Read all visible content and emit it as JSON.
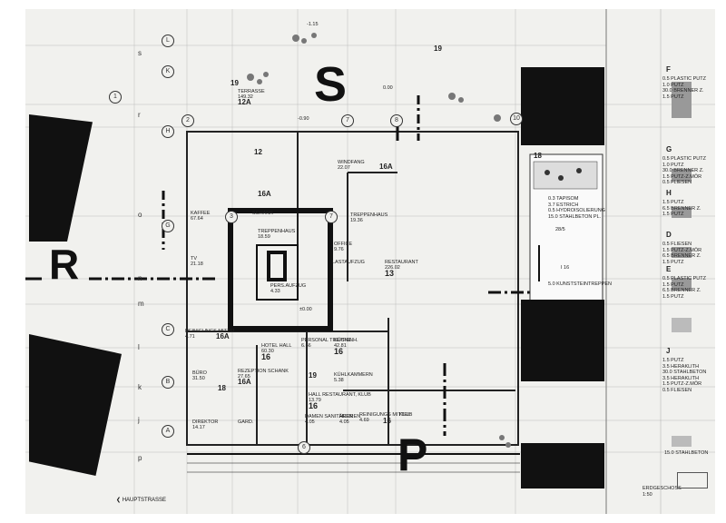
{
  "plan": {
    "floor_name": "ERDGESCHOSS",
    "scale": "1:50",
    "sheet_number": "6",
    "street_label": "HAUPTSTRASSE",
    "marker_letters": [
      "S",
      "R",
      "P"
    ],
    "row_axes": [
      "s",
      "r",
      "o",
      "n",
      "m",
      "l",
      "k",
      "j",
      "p"
    ],
    "grid_letters": [
      "L",
      "K",
      "H",
      "G",
      "C",
      "B",
      "A"
    ],
    "grid_numbers": [
      "1",
      "2",
      "3",
      "6",
      "7",
      "8",
      "10"
    ]
  },
  "rooms": [
    {
      "id": "terrasse",
      "name": "TERRASSE",
      "area": "149.32",
      "code": "12A"
    },
    {
      "id": "kaffee",
      "name": "KAFFEE",
      "area": "67.64",
      "code": ""
    },
    {
      "id": "schank",
      "name": "SCHANK",
      "area": "",
      "code": "16A"
    },
    {
      "id": "windfang",
      "name": "WINDFANG",
      "area": "22.07",
      "code": "16A"
    },
    {
      "id": "treppenhaus-east",
      "name": "TREPPENHAUS",
      "area": "19.36",
      "code": ""
    },
    {
      "id": "treppenhaus-core",
      "name": "TREPPENHAUS",
      "area": "18.59",
      "code": ""
    },
    {
      "id": "persaufzug",
      "name": "PERS.AUFZUG",
      "area": "4.33",
      "code": ""
    },
    {
      "id": "office",
      "name": "OFFICE",
      "area": "9.76",
      "code": ""
    },
    {
      "id": "lastaufzug",
      "name": "LASTAUFZUG",
      "area": "",
      "code": ""
    },
    {
      "id": "restaurant",
      "name": "RESTAURANT",
      "area": "226.02",
      "code": "13"
    },
    {
      "id": "tv",
      "name": "TV",
      "area": "21.18",
      "code": ""
    },
    {
      "id": "reinigungs-1",
      "name": "REINIGUNGS MITTEL",
      "area": "4.71",
      "code": "16A"
    },
    {
      "id": "hotel-hall",
      "name": "HOTEL HALL",
      "area": "60.30",
      "code": "16"
    },
    {
      "id": "personal-treppenh",
      "name": "PERSONAL TREPPENH.",
      "area": "6.66",
      "code": ""
    },
    {
      "id": "kuche",
      "name": "KÜCHE",
      "area": "42.81",
      "code": "16"
    },
    {
      "id": "buro",
      "name": "BÜRO",
      "area": "31.50",
      "code": "18"
    },
    {
      "id": "rezeption",
      "name": "REZEPTION SCHANK",
      "area": "27.65",
      "code": "16A"
    },
    {
      "id": "kuhlkammern",
      "name": "KÜHLKAMMERN",
      "area": "5.38",
      "code": "19"
    },
    {
      "id": "hall-restaurant",
      "name": "HALL RESTAURANT, KLUB",
      "area": "13.79",
      "code": "16"
    },
    {
      "id": "damen",
      "name": "DAMEN SANITÄREN",
      "area": "4.05",
      "code": ""
    },
    {
      "id": "herren",
      "name": "HERREN",
      "area": "4.05",
      "code": ""
    },
    {
      "id": "reinigungs-2",
      "name": "REINIGUNGS MITTEL",
      "area": "4.69",
      "code": "16"
    },
    {
      "id": "klub",
      "name": "KLUB",
      "area": "",
      "code": ""
    },
    {
      "id": "direktor",
      "name": "DIREKTOR",
      "area": "14.17",
      "code": ""
    },
    {
      "id": "gard",
      "name": "GARD.",
      "area": "",
      "code": ""
    }
  ],
  "codes_misc": [
    "19",
    "12",
    "18",
    "I 16",
    "28/5"
  ],
  "levels": [
    "±0.00",
    "-1.15",
    "-0.90",
    "0.00"
  ],
  "layer_legend": [
    {
      "label": "F",
      "layers": [
        "0.5 PLASTIC PUTZ",
        "1.0 PUTZ",
        "30.0 BRENNER Z.",
        "1.5 PUTZ"
      ]
    },
    {
      "label": "G",
      "layers": [
        "0.5 PLASTIC PUTZ",
        "1.0 PUTZ",
        "30.0 BRENNER Z.",
        "1.5 PUTZ-Z.MÖR",
        "0.5 FLIESEN"
      ]
    },
    {
      "label": "H",
      "layers": [
        "1.5 PUTZ",
        "6.5 BRENNER Z.",
        "1.5 PUTZ"
      ]
    },
    {
      "label": "D",
      "layers": [
        "0.5 FLIESEN",
        "1.5 PUTZ-Z.MÖR",
        "6.5 BRENNER Z.",
        "1.5 PUTZ"
      ]
    },
    {
      "label": "E",
      "layers": [
        "0.5 PLASTIC PUTZ",
        "1.5 PUTZ",
        "6.5 BRENNER Z.",
        "1.5 PUTZ"
      ]
    },
    {
      "label": "J",
      "layers": [
        "1.5 PUTZ",
        "3.5 HERAKLITH",
        "30.0 STAHLBETON",
        "3.5 HERAKLITH",
        "1.5 PUTZ-Z.MÖR",
        "0.5 FLIESEN"
      ]
    }
  ],
  "bottom_legend": "15.0 STAHLBETON",
  "floor_section": [
    "0.3 TAPISOM",
    "3.7 ESTRICH",
    "0.5 HYDROISOLIERUNG",
    "15.0 STAHLBETON PL."
  ],
  "stair_note": "5.0 KUNSTSTEINTREPPEN",
  "colors": {
    "paper": "#f1f1ee",
    "ink": "#111111",
    "hatch": "#1a1a1a",
    "line": "#888888"
  }
}
